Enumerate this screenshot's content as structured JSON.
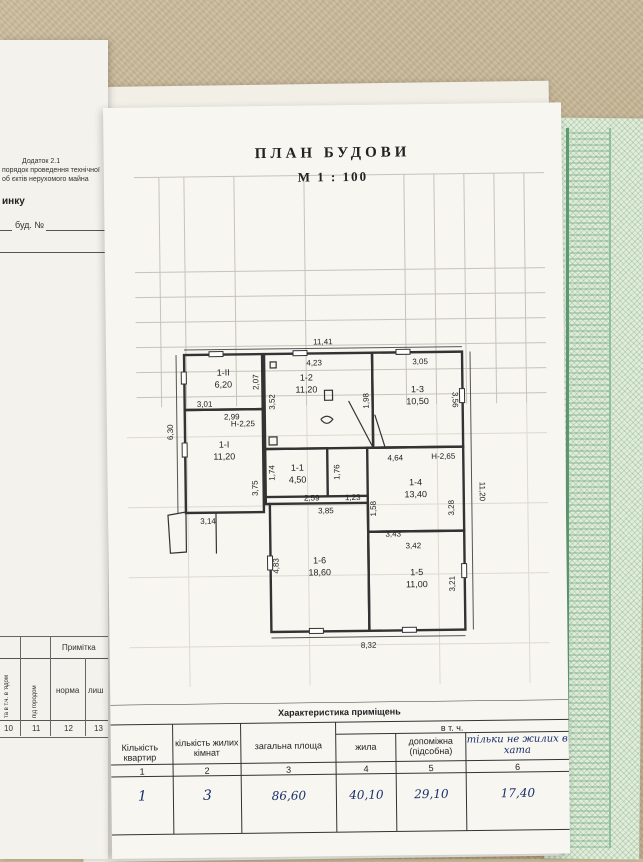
{
  "left_page": {
    "appendix": "Додаток 2.1",
    "line1": "порядок проведення технічної",
    "line2": "об єктів нерухомого майна",
    "heading_fragment": "инку",
    "bud_label": "буд. №",
    "note_header": "Примітка",
    "col_norma": "норма",
    "col_lishok": "лиш",
    "col_a": "та в т.ч. в 'ядом",
    "col_b": "під городом",
    "numbers": [
      "10",
      "11",
      "12",
      "13"
    ]
  },
  "title": "ПЛАН  БУДОВИ",
  "scale": "М 1 : 100",
  "plan": {
    "dims": {
      "top_total": "11,41",
      "bottom_total": "8,32",
      "right_total": "11,20",
      "left_height": "6,30",
      "d207": "2,07",
      "d301": "3,01",
      "d299": "2,99",
      "d423": "4,23",
      "d305": "3,05",
      "d352": "3,52",
      "d198": "1,98",
      "d356": "3,56",
      "d174": "1,74",
      "d176": "1,76",
      "d464": "4,64",
      "d375": "3,75",
      "d259": "2,59",
      "d123": "1,23",
      "d385": "3,85",
      "d314": "3,14",
      "d158": "1,58",
      "d328": "3,28",
      "d343": "3,43",
      "d342": "3,42",
      "d483": "4,83",
      "d321": "3,21"
    },
    "heights": {
      "h1": "Н-2,25",
      "h2": "Н-2,65"
    },
    "rooms": [
      {
        "id": "1-ІІ",
        "area": "6,20"
      },
      {
        "id": "1-2",
        "area": "11,20"
      },
      {
        "id": "1-3",
        "area": "10,50"
      },
      {
        "id": "1-І",
        "area": "11,20"
      },
      {
        "id": "1-1",
        "area": "4,50"
      },
      {
        "id": "1-4",
        "area": "13,40"
      },
      {
        "id": "1-6",
        "area": "18,60"
      },
      {
        "id": "1-5",
        "area": "11,00"
      }
    ]
  },
  "characteristics": {
    "title": "Характеристика  приміщень",
    "subhead": "в  т.  ч.",
    "headers": [
      "Кількість квартир",
      "кількість жилих кімнат",
      "загальна площа",
      "жила",
      "допоміжна (підсобна)",
      "тільки не жилих в хата"
    ],
    "numbers": [
      "1",
      "2",
      "3",
      "4",
      "5",
      "6"
    ],
    "values": [
      "1",
      "3",
      "86,60",
      "40,10",
      "29,10",
      "17,40"
    ]
  }
}
